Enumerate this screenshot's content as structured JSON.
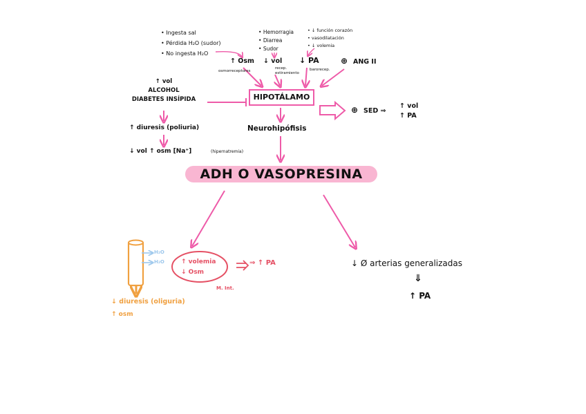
{
  "colors": {
    "pink": "#ee5aa8",
    "title_highlight": "#f9b6d2",
    "orange": "#f0a040",
    "blue": "#9cc7ec",
    "red": "#e55064"
  },
  "causes_osm": [
    "Ingesta sal",
    "Pérdida H₂O (sudor)",
    "No ingesta H₂O"
  ],
  "causes_vol": [
    "Hemorragia",
    "Diarrea",
    "Sudor"
  ],
  "causes_pa": [
    "↓ función corazón",
    "vasodilatación",
    "↓ volemia"
  ],
  "stimuli": {
    "osm": "↑ Osm",
    "vol": "↓ vol",
    "pa": "↓ PA",
    "ang": "ANG II",
    "plus_icon": "⊕",
    "osmoreceptores": "osmorreceptores",
    "recep_estiramiento": "recep. estiramiento",
    "barorecep": "barorecep."
  },
  "hipotalamo": "HIPOTÁLAMO",
  "sed": {
    "plus": "⊕",
    "label": "SED ⇒",
    "line1": "↑ vol",
    "line2": "↑ PA"
  },
  "alcohol": {
    "line1": "↑ vol",
    "line2": "ALCOHOL",
    "line3": "DIABETES INSÍPIDA"
  },
  "diuresis_poliuria": "↑ diuresis (poliuria)",
  "vol_osm_na": "↓ vol ↑ osm [Na⁺]",
  "hipernatremia": "(hipernatremia)",
  "neurohipofisis": "Neurohipófisis",
  "main_title": "ADH O VASOPRESINA",
  "left_branch": {
    "h2o_1": "H₂O",
    "h2o_2": "H₂O",
    "volemia": "↑ volemia",
    "osm": "↓ Osm",
    "m_int": "M. Int.",
    "pa": "⇒ ↑ PA",
    "diuresis": "↓ diuresis (oliguria)",
    "osm_orange": "↑ osm"
  },
  "right_branch": {
    "line1": "↓ Ø arterias generalizadas",
    "arrow": "⇓",
    "line2": "↑ PA"
  }
}
